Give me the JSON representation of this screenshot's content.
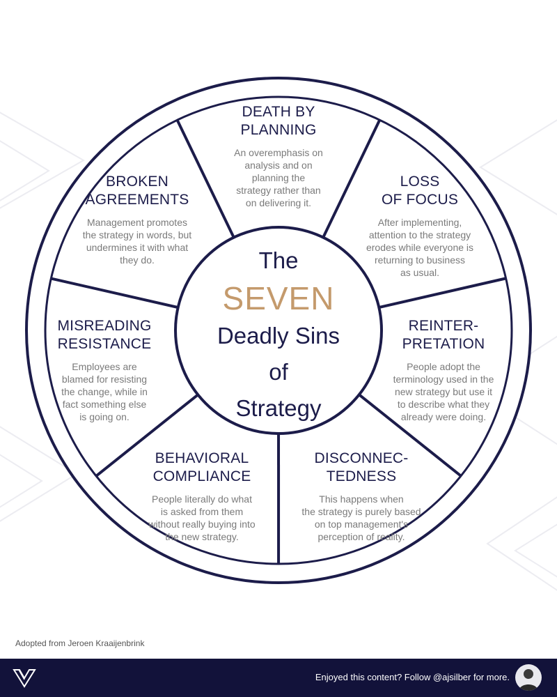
{
  "center": {
    "line1": "The",
    "line2": "SEVEN",
    "line3": "Deadly Sins",
    "line4": "of",
    "line5": "Strategy"
  },
  "segments": [
    {
      "title": "DEATH BY\nPLANNING",
      "desc": "An overemphasis on\nanalysis and on\nplanning the\nstrategy rather than\non delivering it."
    },
    {
      "title": "LOSS\nOF FOCUS",
      "desc": "After implementing,\nattention to the strategy\nerodes while everyone is\nreturning to business\nas usual."
    },
    {
      "title": "REINTER-\nPRETATION",
      "desc": "People adopt the\nterminology used in the\nnew strategy but use it\nto describe what they\nalready were doing."
    },
    {
      "title": "DISCONNEC-\nTEDNESS",
      "desc": "This happens when\nthe strategy is purely based\non top management's\nperception of reality."
    },
    {
      "title": "BEHAVIORAL\nCOMPLIANCE",
      "desc": "People literally do what\nis asked from them\nwithout really buying into\nthe new strategy."
    },
    {
      "title": "MISREADING\nRESISTANCE",
      "desc": "Employees are\nblamed for resisting\nthe change, while in\nfact something else\nis going on."
    },
    {
      "title": "BROKEN\nAGREEMENTS",
      "desc": "Management promotes\nthe strategy in words, but\nundermines it with what\nthey do."
    }
  ],
  "credit": "Adopted from Jeroen Kraaijenbrink",
  "footer": {
    "cta": "Enjoyed this content? Follow @ajsilber for more."
  },
  "colors": {
    "navy": "#1c1c4a",
    "gold": "#c49a6c",
    "footer_bg": "#12123a",
    "desc_gray": "#7a7a7a"
  },
  "icons": [
    "logo-icon",
    "avatar"
  ]
}
